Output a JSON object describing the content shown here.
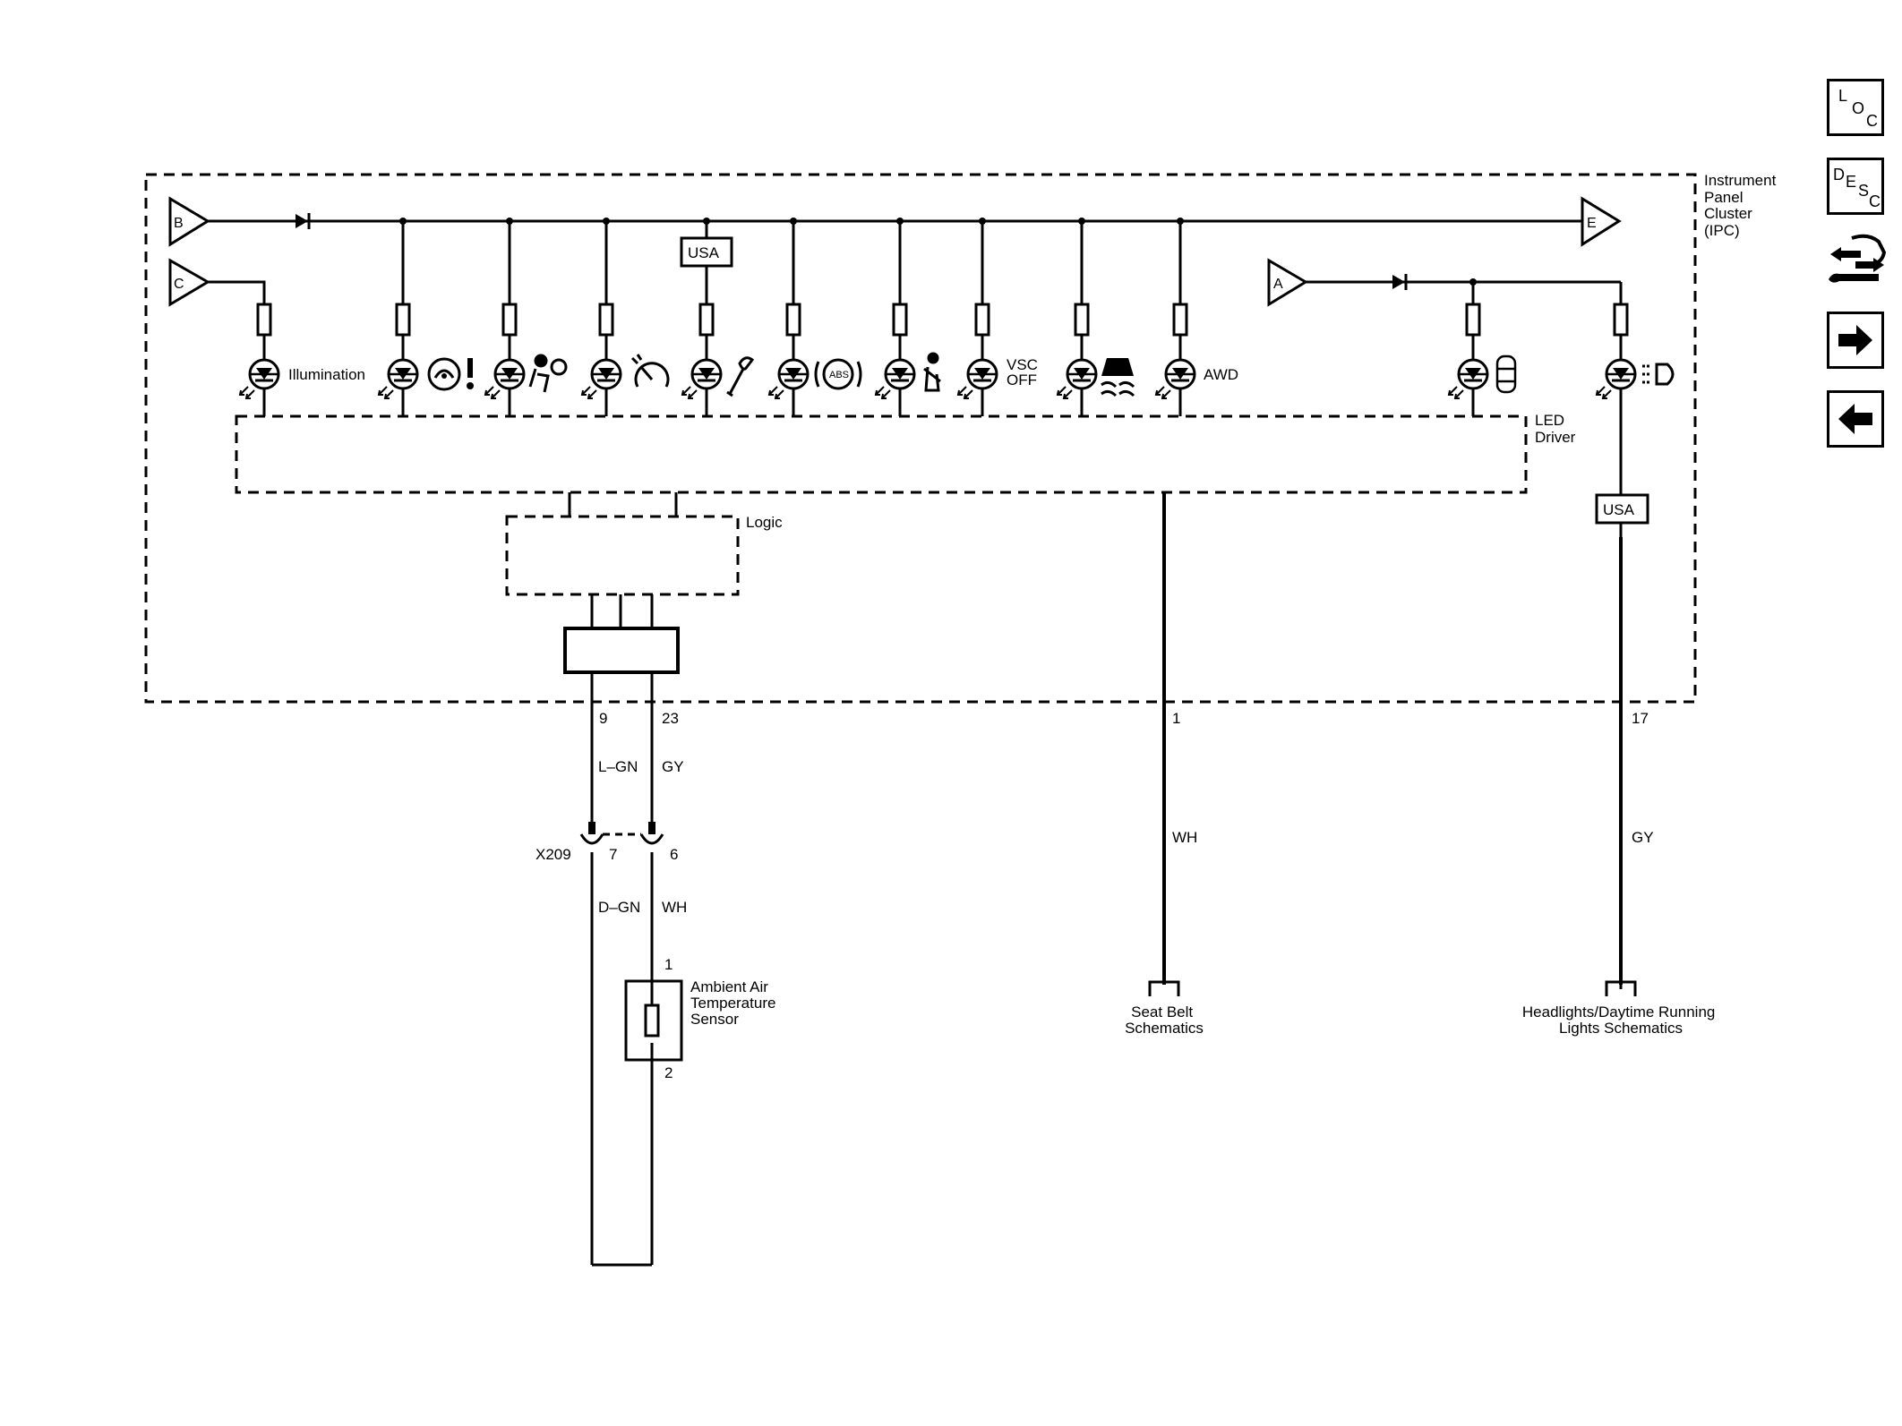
{
  "module": {
    "name_lines": [
      "Instrument",
      "Panel",
      "Cluster",
      "(IPC)"
    ]
  },
  "connectors": {
    "b": "B",
    "c": "C",
    "e": "E",
    "a": "A"
  },
  "badges": {
    "usa_top": "USA",
    "usa_right": "USA"
  },
  "indicators": {
    "illumination": "Illumination",
    "vsc_off_1": "VSC",
    "vsc_off_2": "OFF",
    "awd": "AWD",
    "abs": "ABS"
  },
  "blocks": {
    "led_driver_1": "LED",
    "led_driver_2": "Driver",
    "logic": "Logic"
  },
  "pins": {
    "p9": "9",
    "p23": "23",
    "p1": "1",
    "p17": "17",
    "x209_7": "7",
    "x209_6": "6",
    "sensor_1": "1",
    "sensor_2": "2"
  },
  "wires": {
    "lgn": "L–GN",
    "gy1": "GY",
    "wh1": "WH",
    "gy2": "GY",
    "dgn": "D–GN",
    "wh2": "WH"
  },
  "connector_x209": "X209",
  "sensor": {
    "lines": [
      "Ambient Air",
      "Temperature",
      "Sensor"
    ]
  },
  "refs": {
    "seat_belt": [
      "Seat Belt",
      "Schematics"
    ],
    "headlights": [
      "Headlights/Daytime Running",
      "Lights Schematics"
    ]
  },
  "nav": {
    "loc": [
      "L",
      "O",
      "C"
    ],
    "desc": [
      "D",
      "E",
      "S",
      "C"
    ]
  }
}
